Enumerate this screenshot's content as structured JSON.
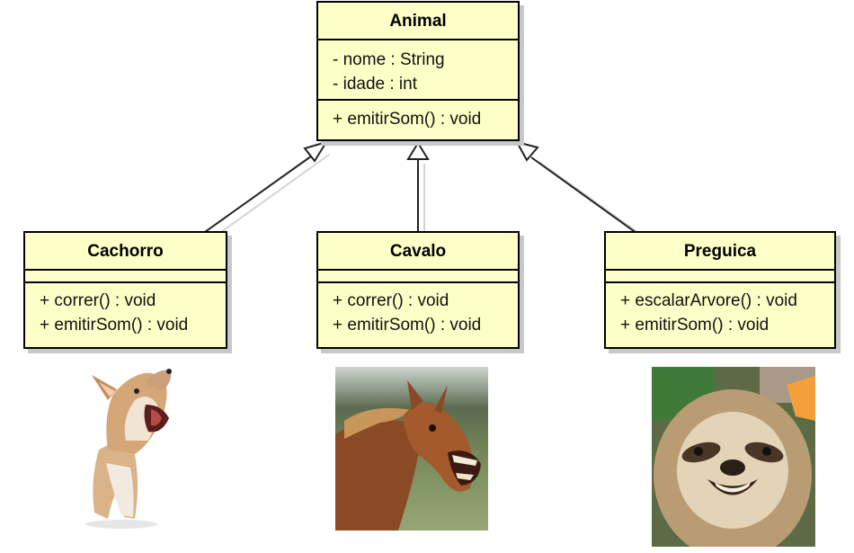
{
  "diagram": {
    "classes": {
      "animal": {
        "name": "Animal",
        "attributes": [
          "- nome : String",
          "- idade : int"
        ],
        "operations": [
          "+ emitirSom() : void"
        ]
      },
      "cachorro": {
        "name": "Cachorro",
        "attributes": [],
        "operations": [
          "+ correr() : void",
          "+ emitirSom() : void"
        ]
      },
      "cavalo": {
        "name": "Cavalo",
        "attributes": [],
        "operations": [
          "+ correr() : void",
          "+ emitirSom() : void"
        ]
      },
      "preguica": {
        "name": "Preguica",
        "attributes": [],
        "operations": [
          "+ escalarArvore() : void",
          "+ emitirSom() : void"
        ]
      }
    },
    "relations": [
      {
        "type": "generalization",
        "from": "Cachorro",
        "to": "Animal"
      },
      {
        "type": "generalization",
        "from": "Cavalo",
        "to": "Animal"
      },
      {
        "type": "generalization",
        "from": "Preguica",
        "to": "Animal"
      }
    ],
    "colors": {
      "class_fill": "#ffffc8",
      "class_border": "#000000",
      "shadow": "#c8c8c8"
    },
    "images": [
      {
        "icon": "howling-dog-photo"
      },
      {
        "icon": "laughing-horse-photo"
      },
      {
        "icon": "smiling-sloth-photo"
      }
    ]
  }
}
